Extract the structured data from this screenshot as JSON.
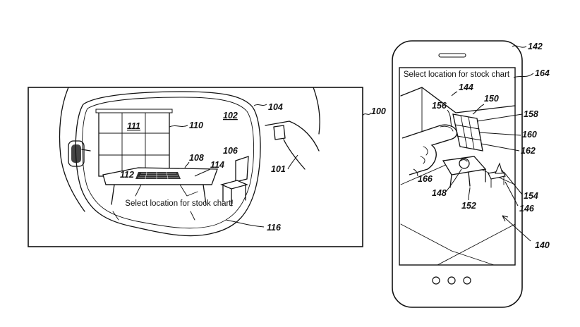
{
  "left_view": {
    "screen_text": "Select location for stock chart!",
    "labels": {
      "device": "100",
      "lens_region": "102",
      "lens": "104",
      "chair": "106",
      "table": "108",
      "shelf": "110",
      "shelf_cell": "111",
      "floor_grid": "112",
      "table_surface": "114",
      "prompt": "116",
      "cable": "101"
    }
  },
  "right_view": {
    "screen_text": "Select location for stock chart",
    "labels": {
      "phone": "142",
      "prompt": "164",
      "room": "144",
      "shelf_top": "150",
      "finger_tip": "156",
      "shelf_top_right": "158",
      "shelf_mid": "160",
      "shelf_bottom": "162",
      "hand": "166",
      "ball": "148",
      "table_leg": "152",
      "cone": "154",
      "stool": "146",
      "display": "140"
    }
  }
}
